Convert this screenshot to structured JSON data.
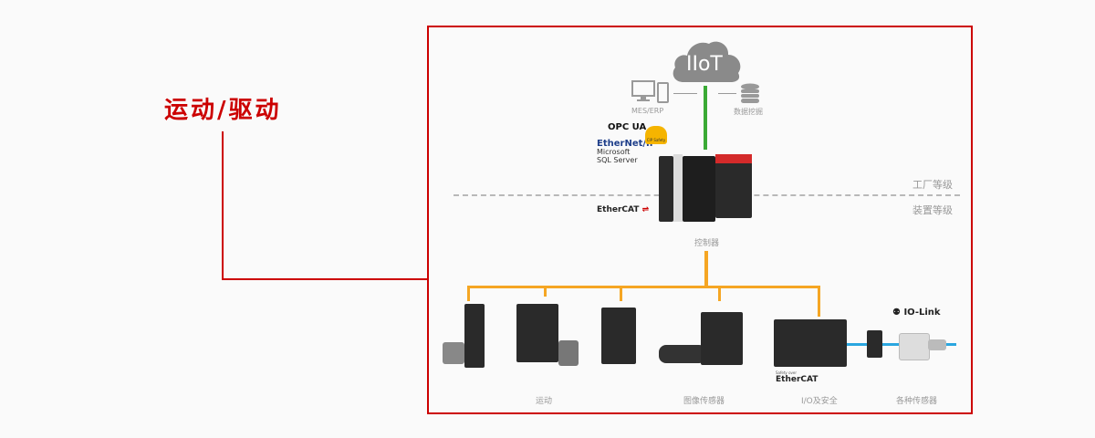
{
  "heading": "运动/驱动",
  "cloud": {
    "label": "IIoT",
    "color": "#8a8a8a"
  },
  "top_systems": {
    "left_label": "MES/ERP",
    "right_label": "数据挖掘",
    "left_icon": "computer-tablet-icon",
    "right_icon": "database-icon"
  },
  "protocols": {
    "opc_ua": "OPC UA",
    "ethernet_ip": "EtherNet/IP",
    "sql_line1": "Microsoft",
    "sql_line2": "SQL Server",
    "cip_safety": "CIP Safety",
    "ethercat": "EtherCAT"
  },
  "levels": {
    "factory": "工厂等级",
    "device": "装置等级"
  },
  "controller": {
    "label": "控制器"
  },
  "bottom_groups": [
    {
      "label": "运动"
    },
    {
      "label": "图像传感器"
    },
    {
      "label": "I/O及安全"
    },
    {
      "label": "各种传感器"
    }
  ],
  "safety_ethercat": {
    "small": "Safety over",
    "main": "EtherCAT"
  },
  "io_link": "IO-Link",
  "colors": {
    "accent_red": "#cc0000",
    "ethercat_orange": "#f5a623",
    "iiot_green": "#3aaa35",
    "iolink_blue": "#2aa6e0"
  }
}
